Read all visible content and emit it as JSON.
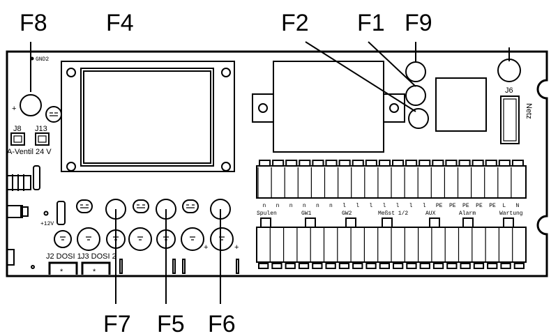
{
  "callouts": {
    "f8": "F8",
    "f4": "F4",
    "f2": "F2",
    "f1": "F1",
    "f9": "F9",
    "f7": "F7",
    "f5": "F5",
    "f6": "F6"
  },
  "board": {
    "gnd2": "GND2",
    "plus": "+",
    "plus12v": "+12V",
    "j8": "J8",
    "a_ventil": "A-Ventil",
    "j13": "J13",
    "v24": "24 V",
    "j6": "J6",
    "netz": "Netz",
    "j2": "J2 DOSI 1",
    "j3": "J3 DOSI 2",
    "star": "*",
    "upper_pins": [
      "n",
      "n",
      "n",
      "n",
      "n",
      "n",
      "l",
      "l",
      "l",
      "l",
      "l",
      "l",
      "l",
      "PE",
      "PE",
      "PE",
      "PE",
      "PE",
      "L",
      "N"
    ],
    "groups": [
      "Spulen",
      "GW1",
      "GW2",
      "Meßst 1/2",
      "AUX",
      "Alarm",
      "Wartung"
    ]
  }
}
